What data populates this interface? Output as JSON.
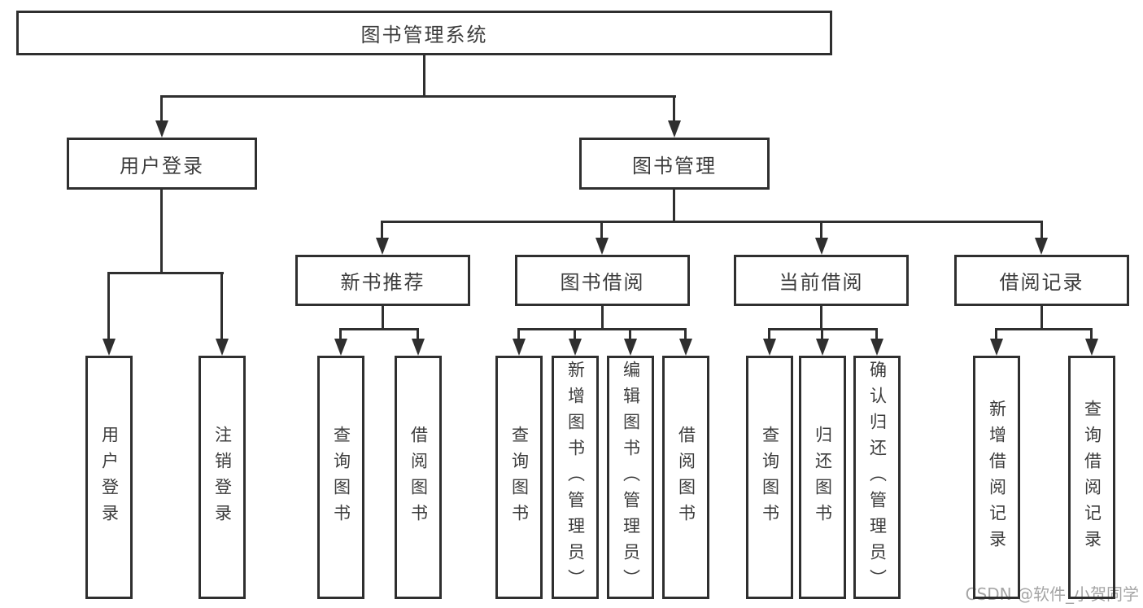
{
  "diagram": {
    "title_node": "图书管理系统",
    "level2": {
      "user_login": "用户登录",
      "book_management": "图书管理"
    },
    "level3": {
      "new_book_recommend": "新书推荐",
      "book_borrowing": "图书借阅",
      "current_borrowing": "当前借阅",
      "borrowing_records": "借阅记录"
    },
    "leaves": {
      "user_login": [
        "用户登录",
        "注销登录"
      ],
      "new_book_recommend": [
        "查询图书",
        "借阅图书"
      ],
      "book_borrowing": [
        "查询图书",
        "新增图书（管理员）",
        "编辑图书（管理员）",
        "借阅图书"
      ],
      "current_borrowing": [
        "查询图书",
        "归还图书",
        "确认归还（管理员）"
      ],
      "borrowing_records": [
        "新增借阅记录",
        "查询借阅记录"
      ]
    },
    "watermark": "CSDN @软件_小贺同学",
    "colors": {
      "line": "#2f2f2f",
      "text": "#3c3c3c",
      "watermark": "#a5a5a5",
      "background": "#ffffff"
    }
  }
}
